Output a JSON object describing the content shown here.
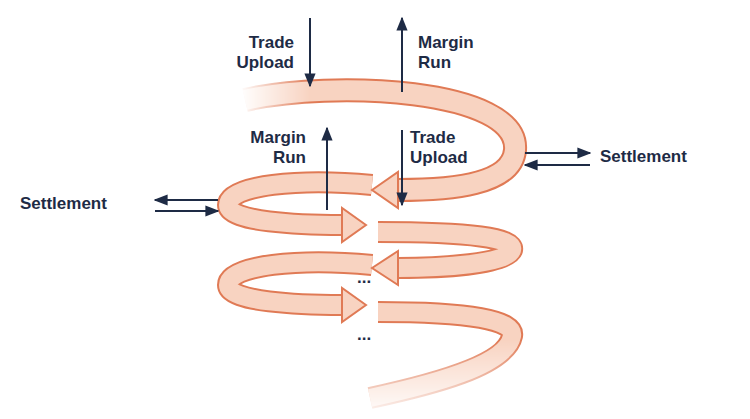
{
  "diagram": {
    "labels": [
      "Trade Upload",
      "Margin Run",
      "Margin Run",
      "Trade Upload",
      "Settlement",
      "Settlement",
      "...",
      "..."
    ]
  }
}
